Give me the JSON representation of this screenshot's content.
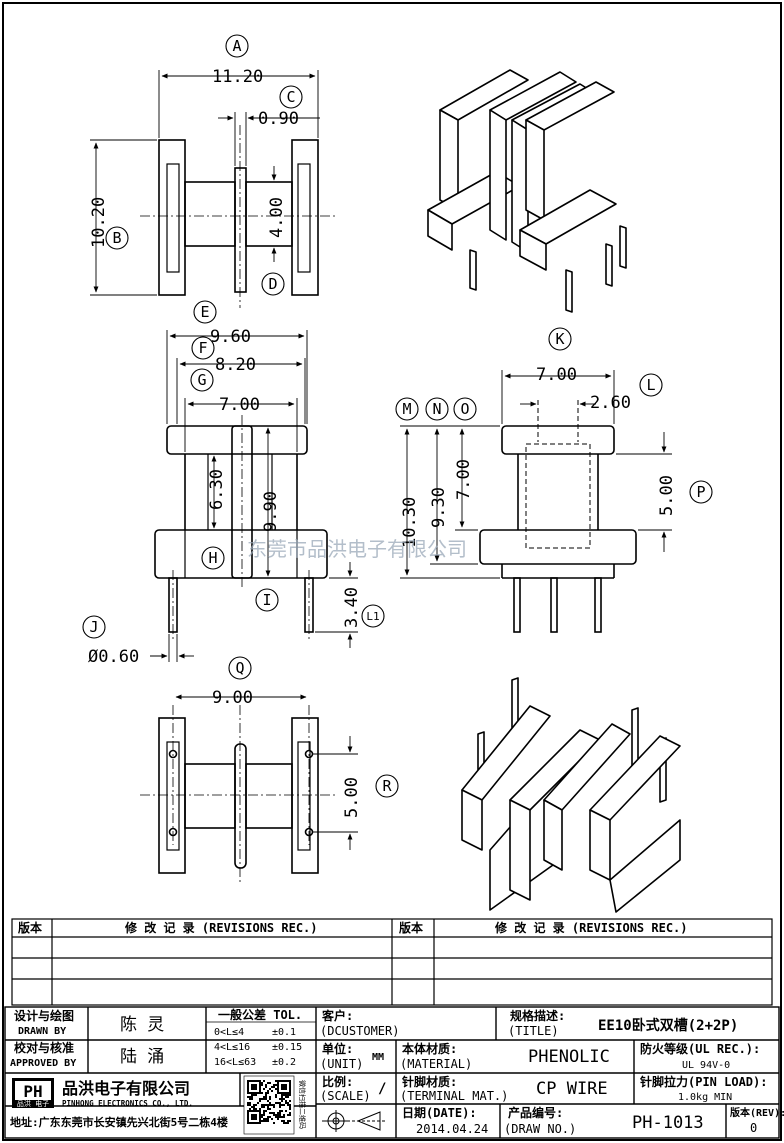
{
  "dims": {
    "a": "11.20",
    "c": "0.90",
    "b": "10.20",
    "d": "4.00",
    "e": "9.60",
    "f": "8.20",
    "g": "7.00",
    "h": "6.30",
    "i": "9.90",
    "l1": "3.40",
    "j": "Ø0.60",
    "k": "7.00",
    "l": "2.60",
    "m": "10.30",
    "n": "9.30",
    "o": "7.00",
    "p": "5.00",
    "q": "9.00",
    "r": "5.00"
  },
  "letters": [
    "A",
    "B",
    "C",
    "D",
    "E",
    "F",
    "G",
    "H",
    "I",
    "J",
    "K",
    "L",
    "M",
    "N",
    "O",
    "P",
    "Q",
    "R",
    "L1"
  ],
  "watermark": "东莞市品洪电子有限公司",
  "revisions": {
    "ver_label": "版本",
    "rec_label": "修 改 记 录 (REVISIONS REC.)"
  },
  "title_block": {
    "design_cn": "设计与绘图",
    "design_en": "DRAWN BY",
    "designer": "陈 灵",
    "check_cn": "校对与核准",
    "check_en": "APPROVED BY",
    "approver": "陆 涌",
    "tol_title": "一般公差 TOL.",
    "tol_rows": [
      {
        "range": "0<L≤4",
        "val": "±0.1"
      },
      {
        "range": "4<L≤16",
        "val": "±0.15"
      },
      {
        "range": "16<L≤63",
        "val": "±0.2"
      }
    ],
    "customer_cn": "客户:",
    "customer_en": "(DCUSTOMER)",
    "spec_cn": "规格描述:",
    "spec_en": "(TITLE)",
    "spec_val": "EE10卧式双槽(2+2P)",
    "unit_cn": "单位:",
    "unit_en": "(UNIT)",
    "unit_val": "MM",
    "material_cn": "本体材质:",
    "material_en": "(MATERIAL)",
    "material_val": "PHENOLIC",
    "fire_cn": "防火等级(UL REC.):",
    "fire_val": "UL 94V-0",
    "scale_cn": "比例:",
    "scale_en": "(SCALE)",
    "scale_val": "/",
    "terminal_cn": "针脚材质:",
    "terminal_en": "(TERMINAL MAT.)",
    "terminal_val": "CP WIRE",
    "pinload_cn": "针脚拉力(PIN LOAD):",
    "pinload_val": "1.0kg MIN",
    "date_cn": "日期(DATE):",
    "date_val": "2014.04.24",
    "drawno_cn": "产品编号:",
    "drawno_en": "(DRAW NO.)",
    "drawno_val": "PH-1013",
    "rev_cn": "版本(REV):",
    "rev_val": "0",
    "company_cn": "品洪电子有限公司",
    "company_en": "PINHONG ELECTRONICS CO., LTD.",
    "logo_letters": "PH",
    "logo_sub": "品洪 电子",
    "address": "地址:广东东莞市长安镇先兴北街5号二栋4楼",
    "qr_caption": "微信扫描二维码"
  }
}
